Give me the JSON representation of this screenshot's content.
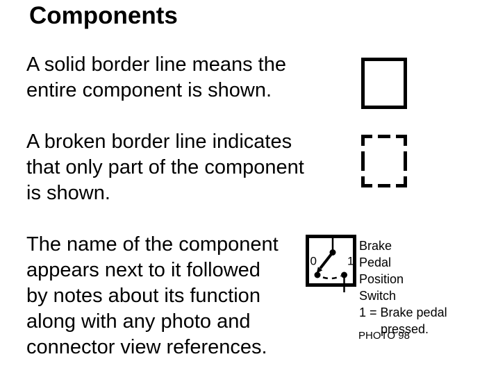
{
  "page": {
    "title": "Components",
    "background_color": "#ffffff",
    "text_color": "#000000"
  },
  "sections": [
    {
      "id": "solid-border",
      "symbol": "solid-border-box-icon",
      "lines": [
        "A solid border line means the",
        "entire component is shown."
      ]
    },
    {
      "id": "broken-border",
      "symbol": "dashed-border-box-icon",
      "lines": [
        "A broken border line indicates",
        "that only part of the component",
        "is shown."
      ]
    },
    {
      "id": "component-name",
      "symbol": "switch-symbol-icon",
      "lines": [
        "The name of the component",
        "appears next to it followed",
        "by notes about its function",
        "along with any photo and",
        "connector view references."
      ]
    }
  ],
  "switch_symbol": {
    "label_0": "0",
    "label_1": "1"
  },
  "component_caption": {
    "lines": [
      "Brake",
      "Pedal",
      "Position",
      "Switch",
      "1 = Brake pedal",
      "pressed."
    ],
    "photo_ref": "PHOTO 98"
  }
}
